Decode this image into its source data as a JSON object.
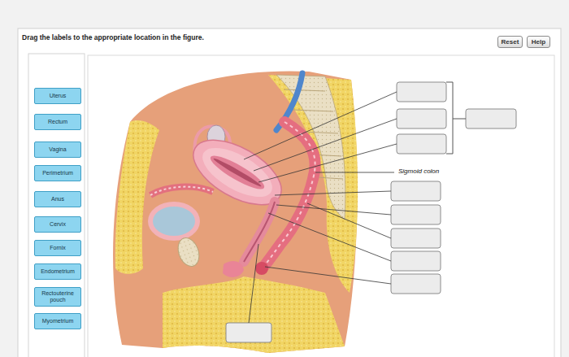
{
  "diagram": {
    "title": "Drag the labels to the appropriate location in the figure.",
    "nodes": [
      {
        "text": [
          "Reset"
        ]
      },
      {
        "text": [
          "Help"
        ]
      },
      {
        "text": [
          "Uterus"
        ]
      },
      {
        "text": [
          "Rectum"
        ]
      },
      {
        "text": [
          "Vagina"
        ]
      },
      {
        "text": [
          "Perimetrium"
        ]
      },
      {
        "text": [
          "Anus"
        ]
      },
      {
        "text": [
          "Cervix"
        ]
      },
      {
        "text": [
          "Fornix"
        ]
      },
      {
        "text": [
          "Endometrium"
        ]
      },
      {
        "text": [
          "Rectouterine pouch"
        ]
      },
      {
        "text": [
          "Myometrium"
        ]
      }
    ],
    "labels": [
      "Sigmoid colon"
    ]
  }
}
